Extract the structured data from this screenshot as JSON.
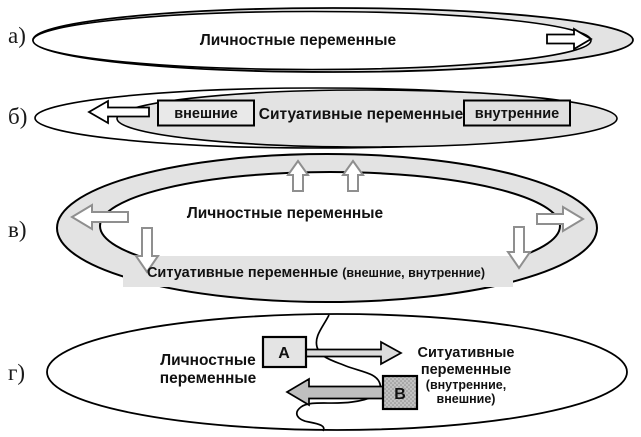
{
  "figure": {
    "colors": {
      "shape_fill": "#e3e3e3",
      "box_light_fill": "#e9e9e9",
      "box_b_fill": "#c2c2c2",
      "outline": "#000000",
      "gray_arrow_outline": "#8f8f8f"
    },
    "sections": {
      "a": {
        "label": "а)",
        "text": "Личностные переменные"
      },
      "b": {
        "label": "б)",
        "left_box": "внешние",
        "center": "Ситуативные переменные",
        "right_box": "внутренние"
      },
      "v": {
        "label": "в)",
        "center": "Личностные переменные",
        "band_main": "Ситуативные переменные",
        "band_paren": "(внешние, внутренние)"
      },
      "g": {
        "label": "г)",
        "left_line1": "Личностные",
        "left_line2": "переменные",
        "box_a": "А",
        "box_b": "В",
        "right_line1": "Ситуативные",
        "right_line2": "переменные",
        "right_line3": "(внутренние,",
        "right_line4": "внешние)"
      }
    }
  }
}
